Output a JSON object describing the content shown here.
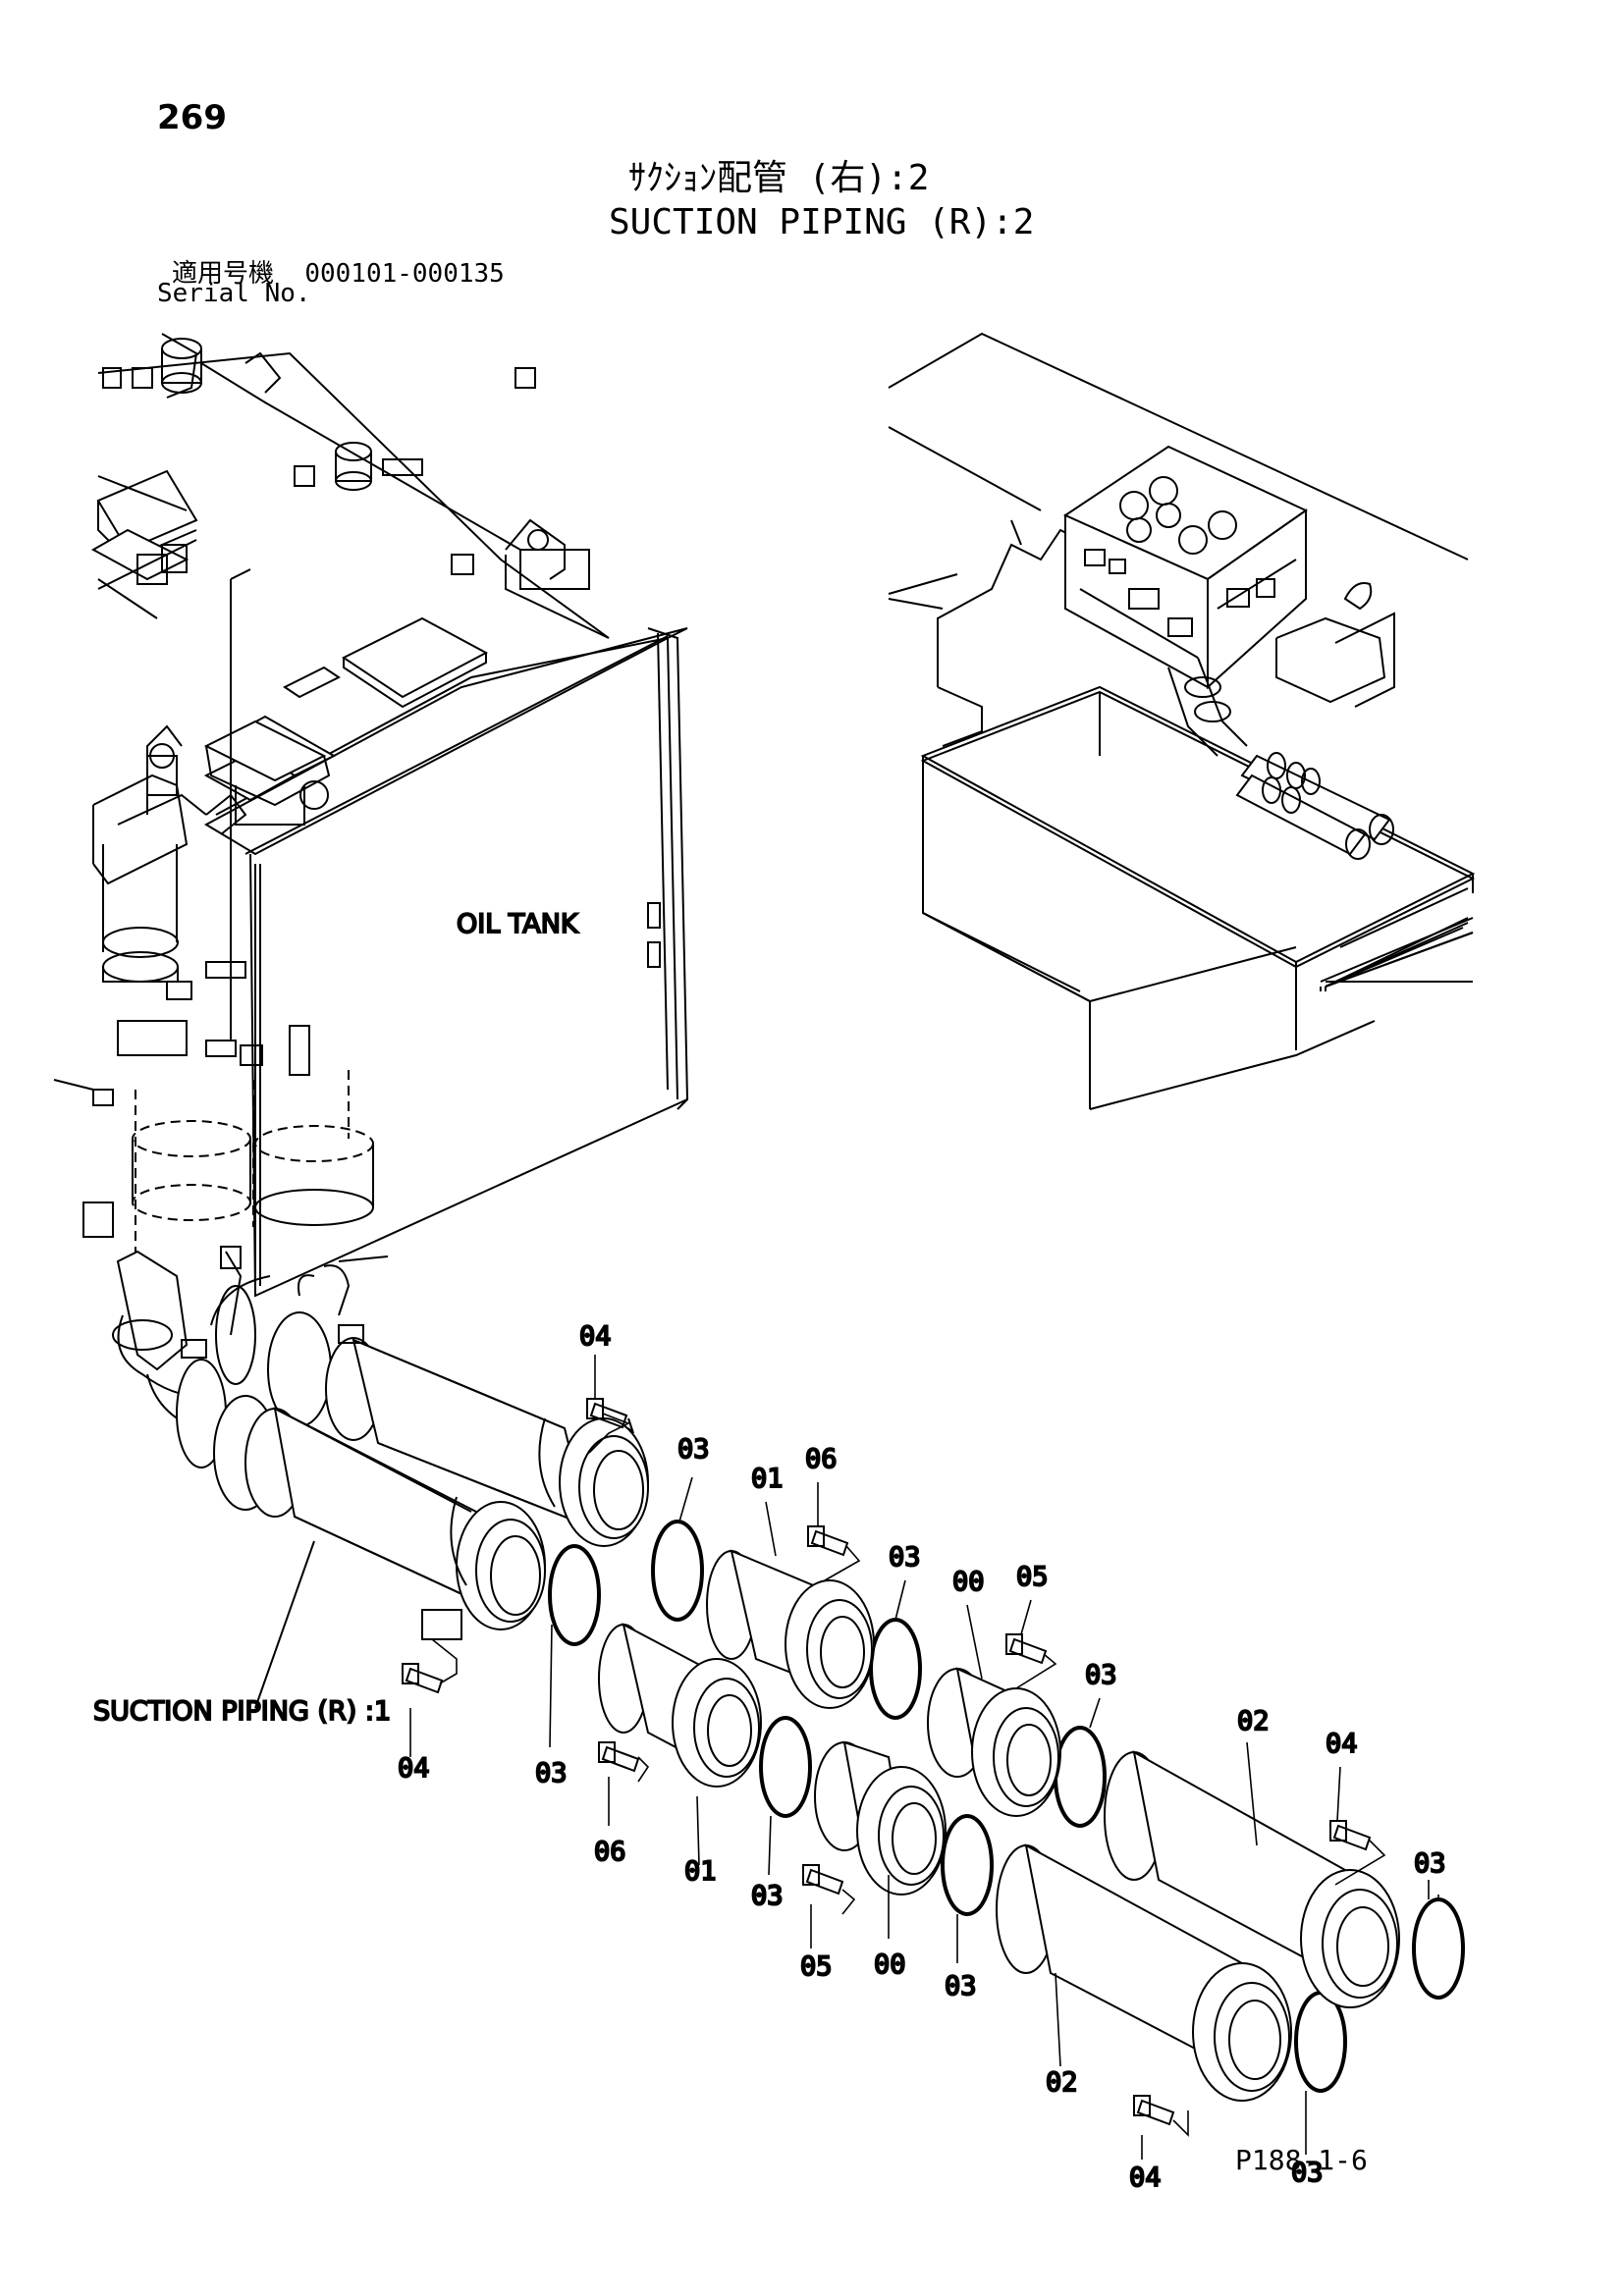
{
  "header": {
    "page_number": "269",
    "title_ja": "ｻｸｼｮﾝ配管 (右):2",
    "title_en": "SUCTION PIPING (R):2",
    "serial_label_ja": "適用号機",
    "serial_range": "000101-000135",
    "serial_label_en": "Serial No."
  },
  "diagram": {
    "oil_tank_label": "OIL TANK",
    "reference_label": "SUCTION  PIPING (R) :1",
    "part_labels": [
      "04",
      "03",
      "01",
      "06",
      "03",
      "00",
      "05",
      "03",
      "02",
      "04",
      "03",
      "03",
      "04",
      "03",
      "06",
      "01",
      "03",
      "05",
      "00",
      "03",
      "02",
      "04",
      "03"
    ]
  },
  "footer": {
    "code": "P188-1-6"
  }
}
